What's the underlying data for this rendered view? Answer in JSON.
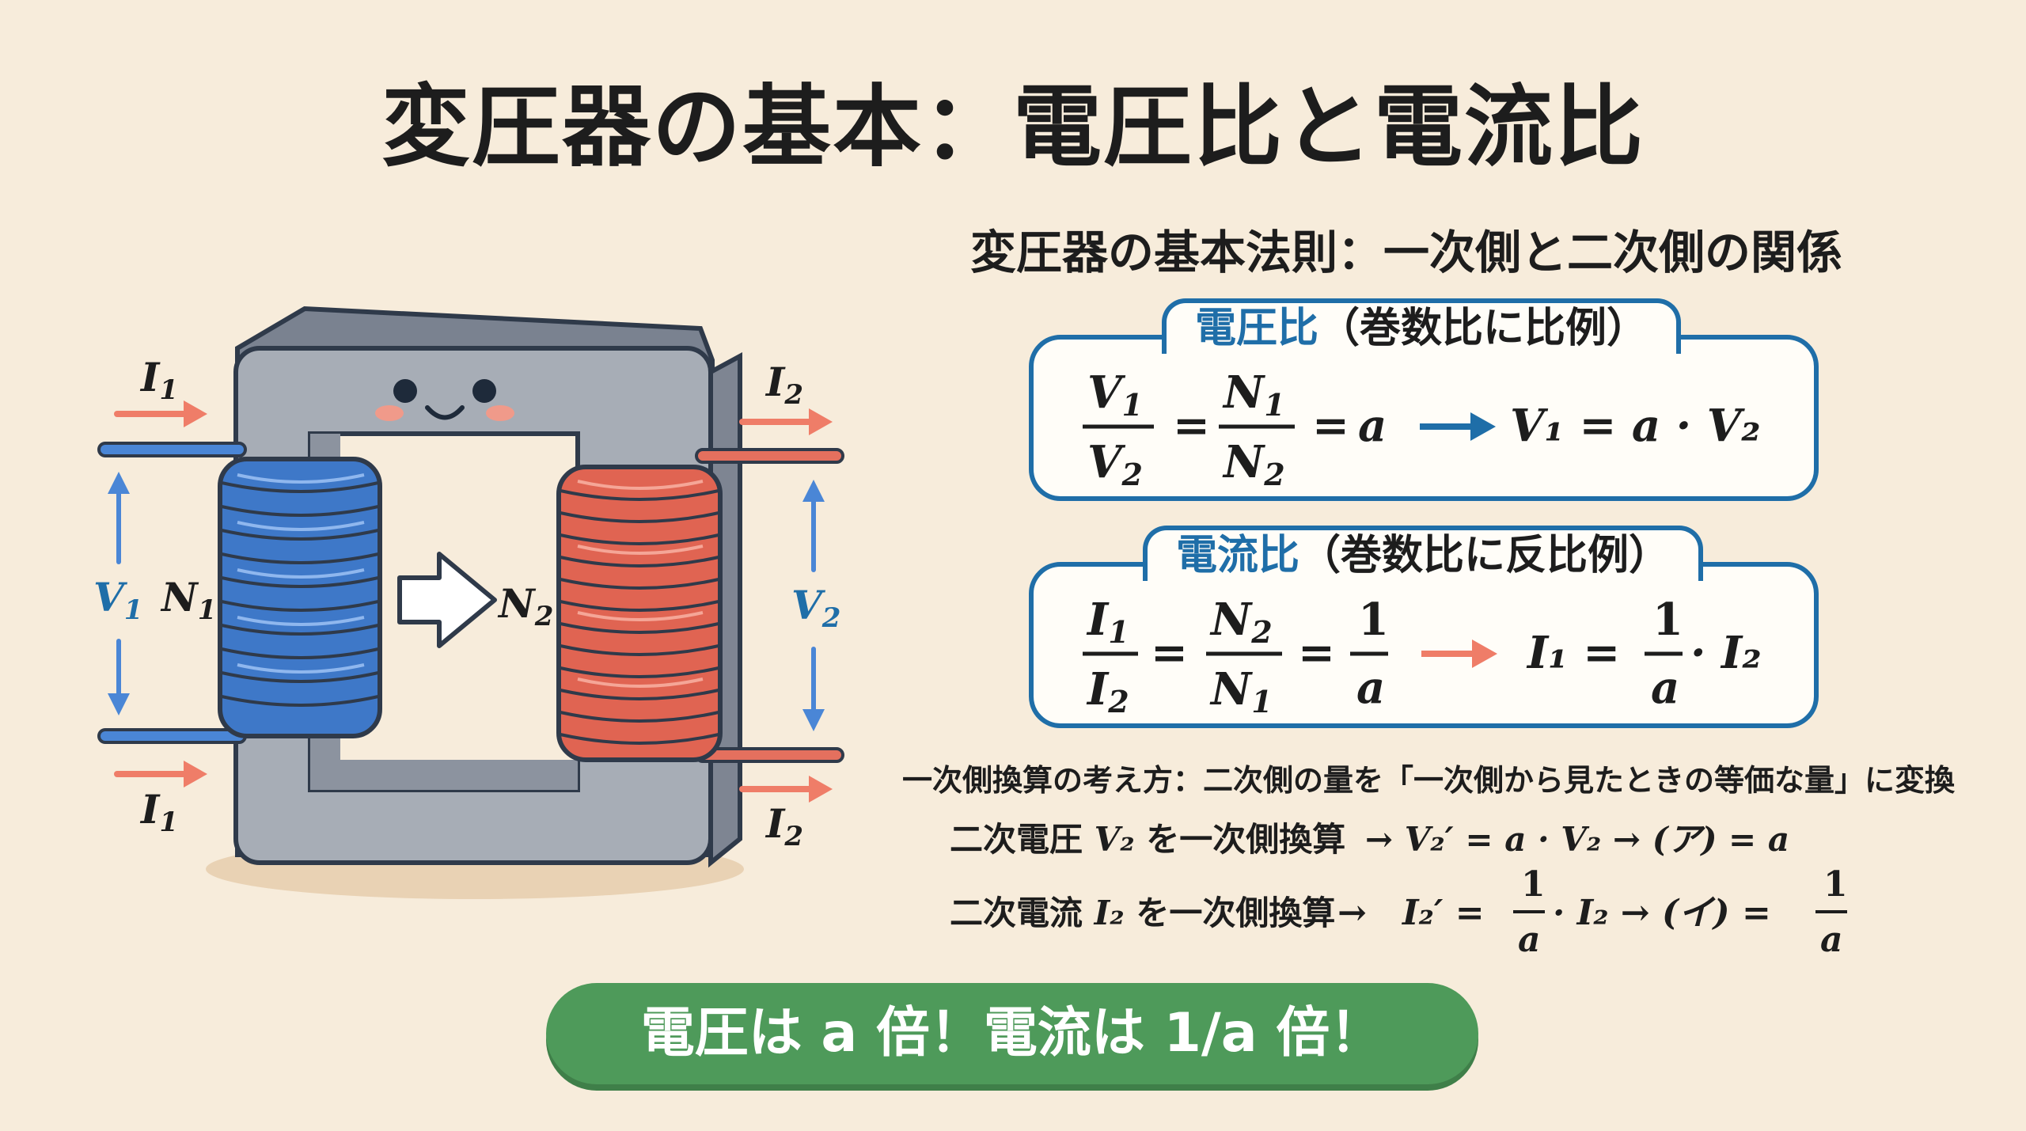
{
  "title": "変圧器の基本：電圧比と電流比",
  "diagram": {
    "i1_top": "I",
    "i1_top_sub": "1",
    "i1_bottom": "I",
    "i1_bottom_sub": "1",
    "i2_top": "I",
    "i2_top_sub": "2",
    "i2_bottom": "I",
    "i2_bottom_sub": "2",
    "v1": "V",
    "v1_sub": "1",
    "v2": "V",
    "v2_sub": "2",
    "n1": "N",
    "n1_sub": "1",
    "n2": "N",
    "n2_sub": "2"
  },
  "law_heading": "変圧器の基本法則：一次側と二次側の関係",
  "voltage_box": {
    "tab_key": "電圧比",
    "tab_rest": "（巻数比に比例）",
    "lhs_num": "V",
    "lhs_num_sub": "1",
    "lhs_den": "V",
    "lhs_den_sub": "2",
    "mid_num": "N",
    "mid_num_sub": "1",
    "mid_den": "N",
    "mid_den_sub": "2",
    "eq1": "=",
    "eq2": "=",
    "rhs": "a",
    "result": "V₁ = a · V₂"
  },
  "current_box": {
    "tab_key": "電流比",
    "tab_rest": "（巻数比に反比例）",
    "lhs_num": "I",
    "lhs_num_sub": "1",
    "lhs_den": "I",
    "lhs_den_sub": "2",
    "mid_num": "N",
    "mid_num_sub": "2",
    "mid_den": "N",
    "mid_den_sub": "1",
    "frac_num": "1",
    "frac_den": "a",
    "eq1": "=",
    "eq2": "=",
    "result_lhs": "I₁ =",
    "result_num": "1",
    "result_den": "a",
    "result_rhs": "· I₂"
  },
  "conversion": {
    "heading": "一次側換算の考え方：二次側の量を「一次側から見たときの等価な量」に変換",
    "voltage_prefix": "二次電圧",
    "voltage_var": "V₂",
    "voltage_mid": "を一次側換算",
    "voltage_formula": "→  V₂′ = a · V₂  →  (ア) = a",
    "current_prefix": "二次電流",
    "current_var": "I₂",
    "current_mid": "を一次側換算",
    "current_arrow": "→",
    "current_lhs": "I₂′ =",
    "current_num": "1",
    "current_den": "a",
    "current_rhs": "· I₂  →  (イ) =",
    "current_num2": "1",
    "current_den2": "a"
  },
  "summary": "電圧は a 倍！電流は 1/a 倍！",
  "colors": {
    "primary_coil": "#4a86d6",
    "secondary_coil": "#e4705e",
    "box_border": "#1f6ea8",
    "banner": "#4e9a5a",
    "arrow_blue": "#1f6ea8",
    "arrow_red": "#ef7d68"
  }
}
